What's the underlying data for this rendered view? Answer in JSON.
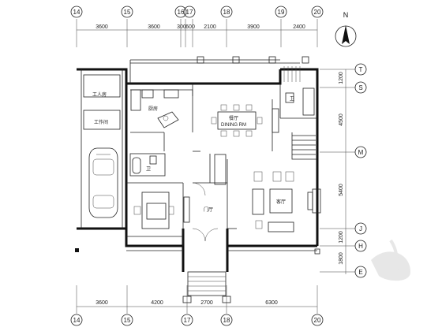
{
  "axes_top": [
    {
      "label": "14"
    },
    {
      "label": "15"
    },
    {
      "label": "16"
    },
    {
      "label": "17"
    },
    {
      "label": "18"
    },
    {
      "label": "19"
    },
    {
      "label": "20"
    }
  ],
  "axes_bottom": [
    {
      "label": "14"
    },
    {
      "label": "15"
    },
    {
      "label": "17"
    },
    {
      "label": "18"
    },
    {
      "label": "20"
    }
  ],
  "axes_right": [
    {
      "label": "T"
    },
    {
      "label": "S"
    },
    {
      "label": "M"
    },
    {
      "label": "J"
    },
    {
      "label": "H"
    },
    {
      "label": "E"
    }
  ],
  "dims_top": [
    "3600",
    "3600",
    "300",
    "600",
    "2100",
    "3900",
    "2400"
  ],
  "dims_bottom": [
    "3600",
    "4200",
    "2700",
    "6300"
  ],
  "dims_right": [
    "1200",
    "4500",
    "5400",
    "1200",
    "1800"
  ],
  "compass": {
    "north_label": "N"
  },
  "rooms": {
    "maid_room": "工人房",
    "driver_room": "工作间",
    "kitchen": "厨房",
    "dining": "餐厅",
    "dining_note": "DINING RM",
    "bath": "卫",
    "foyer": "门厅",
    "living": "客厅"
  }
}
